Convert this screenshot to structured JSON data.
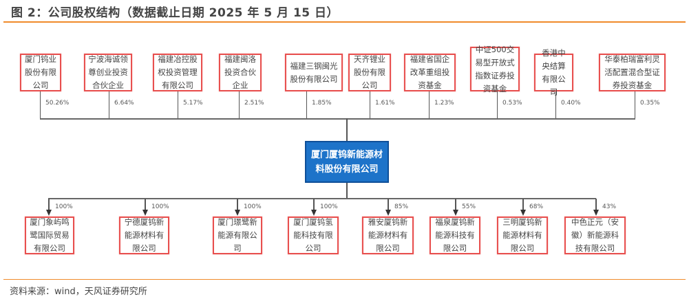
{
  "title": "图 2：公司股权结构（数据截止日期 2025 年 5 月 15 日）",
  "shareholders": [
    {
      "name": "厦门钨业股份有限公司",
      "pct": "50.26%"
    },
    {
      "name": "宁波海诚领尊创业投资合伙企业",
      "pct": "6.64%"
    },
    {
      "name": "福建冶控股权投资管理有限公司",
      "pct": "5.17%"
    },
    {
      "name": "福建闽洛投资合伙企业",
      "pct": "2.51%"
    },
    {
      "name": "福建三钢闽光股份有限公司",
      "pct": "1.85%"
    },
    {
      "name": "天齐锂业股份有限公司",
      "pct": "1.61%"
    },
    {
      "name": "福建省国企改革重组投资基金",
      "pct": "1.23%"
    },
    {
      "name": "中证500交易型开放式指数证券投资基金",
      "pct": "0.53%"
    },
    {
      "name": "香港中央结算有限公司",
      "pct": "0.40%"
    },
    {
      "name": "华泰柏瑞富利灵活配置混合型证券投资基金",
      "pct": "0.35%"
    }
  ],
  "company": "厦门厦钨新能源材料股份有限公司",
  "subsidiaries": [
    {
      "name": "厦门象屿鸣鹭国际贸易有限公司",
      "pct": "100%"
    },
    {
      "name": "宁德厦钨新能源材料有限公司",
      "pct": "100%"
    },
    {
      "name": "厦门璟鹭新能源有限公司",
      "pct": "100%"
    },
    {
      "name": "厦门厦钨氢能科技有限公司",
      "pct": "100%"
    },
    {
      "name": "雅安厦钨新能源材料有限公司",
      "pct": "85%"
    },
    {
      "name": "福泉厦钨新能源科技有限公司",
      "pct": "55%"
    },
    {
      "name": "三明厦钨新能源材料有限公司",
      "pct": "68%"
    },
    {
      "name": "中色正元（安徽）新能源科技有限公司",
      "pct": "43%"
    }
  ],
  "source": "资料来源：wind，天风证券研究所"
}
